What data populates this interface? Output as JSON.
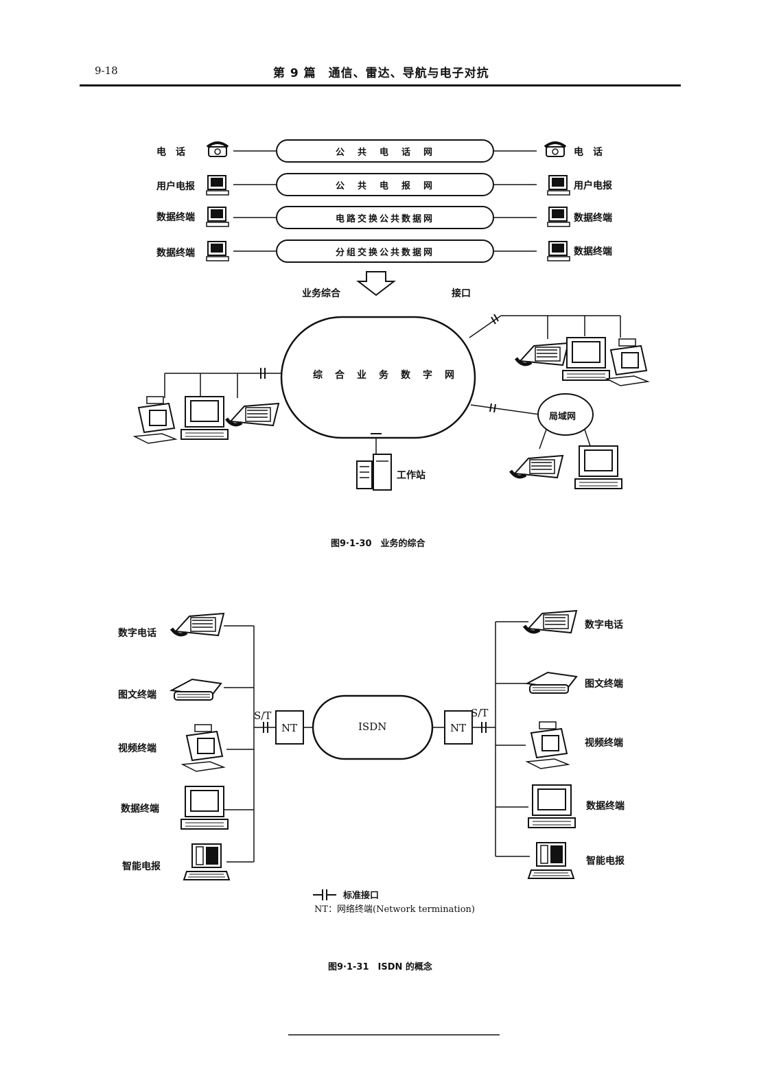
{
  "header": {
    "page_number": "9-18",
    "title": "第 9 篇　通信、雷达、导航与电子对抗"
  },
  "figure1": {
    "networks": [
      {
        "left_label": "电　话",
        "name": "公　共　电　话　网",
        "right_label": "电　话",
        "icon": "telephone-icon"
      },
      {
        "left_label": "用户电报",
        "name": "公　共　电　报　网",
        "right_label": "用户电报",
        "icon": "teletype-icon"
      },
      {
        "left_label": "数据终端",
        "name": "电路交换公共数据网",
        "right_label": "数据终端",
        "icon": "computer-terminal-icon"
      },
      {
        "left_label": "数据终端",
        "name": "分组交换公共数据网",
        "right_label": "数据终端",
        "icon": "computer-terminal-icon"
      }
    ],
    "arrow_left_text": "业务综合",
    "arrow_right_text": "接口",
    "isdn_name": "综　合　业　务　数　字　网",
    "lan_label": "局域网",
    "workstation_label": "工作站",
    "caption": "图9·1-30　业务的综合"
  },
  "figure2": {
    "left_devices": [
      "数字电话",
      "图文终端",
      "视频终端",
      "数据终端",
      "智能电报"
    ],
    "right_devices": [
      "数字电话",
      "图文终端",
      "视频终端",
      "数据终端",
      "智能电报"
    ],
    "interface_label": "S/T",
    "nt_label": "NT",
    "isdn_label": "ISDN",
    "legend_interface": "标准接口",
    "legend_nt": "NT：网络终端(Network termination)",
    "caption": "图9·1-31　ISDN 的概念"
  }
}
